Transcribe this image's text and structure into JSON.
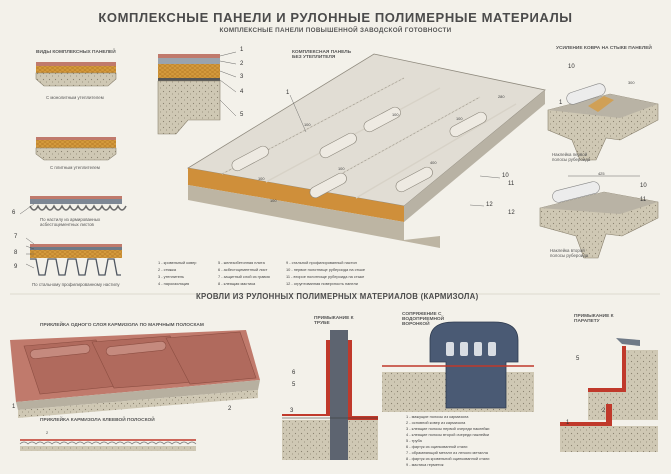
{
  "title": "КОМПЛЕКСНЫЕ ПАНЕЛИ И РУЛОННЫЕ ПОЛИМЕРНЫЕ МАТЕРИАЛЫ",
  "subtitle": "КОМПЛЕКСНЫЕ ПАНЕЛИ ПОВЫШЕННОЙ ЗАВОДСКОЙ ГОТОВНОСТИ",
  "panel_types": {
    "heading": "ВИДЫ КОМПЛЕКСНЫХ ПАНЕЛЕЙ",
    "monolithic": "С монолитным утеплителем",
    "slab": "С плитным утеплителем",
    "asbestos": "По настилу из армированных асбестоцементных листов",
    "steel": "По стальному профилированному настилу"
  },
  "main_panel": {
    "label": "КОМПЛЕКСНАЯ ПАНЕЛЬ БЕЗ УТЕПЛИТЕЛЯ"
  },
  "seam": {
    "heading": "УСИЛЕНИЕ КОВРА НА СТЫКЕ ПАНЕЛЕЙ",
    "note1": "Наклейка первой полосы рубероида",
    "note2": "Наклейка второй полосы рубероида"
  },
  "dims": [
    "100",
    "100",
    "100",
    "280",
    "400",
    "100",
    "100",
    "100",
    "425",
    "300",
    "2"
  ],
  "numbers": [
    "1",
    "2",
    "3",
    "4",
    "5",
    "6",
    "7",
    "8",
    "9",
    "1",
    "10",
    "11",
    "12",
    "10",
    "1",
    "1",
    "2",
    "3",
    "5",
    "6",
    "10",
    "11",
    "12",
    "1",
    "5",
    "2"
  ],
  "legend": [
    "1 - кровельный ковер",
    "2 - стяжка",
    "3 - утеплитель",
    "4 - пароизоляция",
    "5 - железобетонная плита",
    "6 - асбестоцементный лист",
    "7 - защитный слой из гравия",
    "8 - клеящая мастика",
    "9 - стальной профилированный настил",
    "10 - первое полотнище рубероида на стыке",
    "11 - второе полотнище рубероида на стыке",
    "12 - огрунтованная поверхность панели"
  ],
  "roofs": {
    "heading": "КРОВЛИ ИЗ РУЛОННЫХ ПОЛИМЕРНЫХ МАТЕРИАЛОВ (КАРМИЗОЛА)",
    "strips": "ПРИКЛЕЙКА ОДНОГО СЛОЯ КАРМИЗОЛА ПО МАЯЧНЫМ ПОЛОСКАМ",
    "glue": "ПРИКЛЕЙКА КАРМИЗОЛА КЛЕЕВОЙ ПОЛОСКОЙ",
    "pipe": "ПРИМЫКАНИЕ К ТРУБЕ",
    "funnel": "СОПРЯЖЕНИЕ С ВОДОПРИЕМНОЙ ВОРОНКОЙ",
    "parapet": "ПРИМЫКАНИЕ К ПАРАПЕТУ"
  },
  "legend2": [
    "1 - мажущие полосы из кармизола",
    "2 - основной ковер из кармизола",
    "3 - клеящие полосы первой очереди наклейки",
    "4 - клеящие полосы второй очереди наклейки",
    "5 - труба",
    "6 - фартук из оцинкованной стали",
    "7 - обрамляющий металл из легкого металла",
    "8 - фартук из кровельной оцинкованной стали",
    "9 - мастика герметик"
  ],
  "colors": {
    "bg": "#f3f1ea",
    "roof": "#c07a6c",
    "insul": "#d7a84a",
    "concrete": "#c9c2b0",
    "accent": "#c0392b",
    "dark": "#4a4f55"
  }
}
